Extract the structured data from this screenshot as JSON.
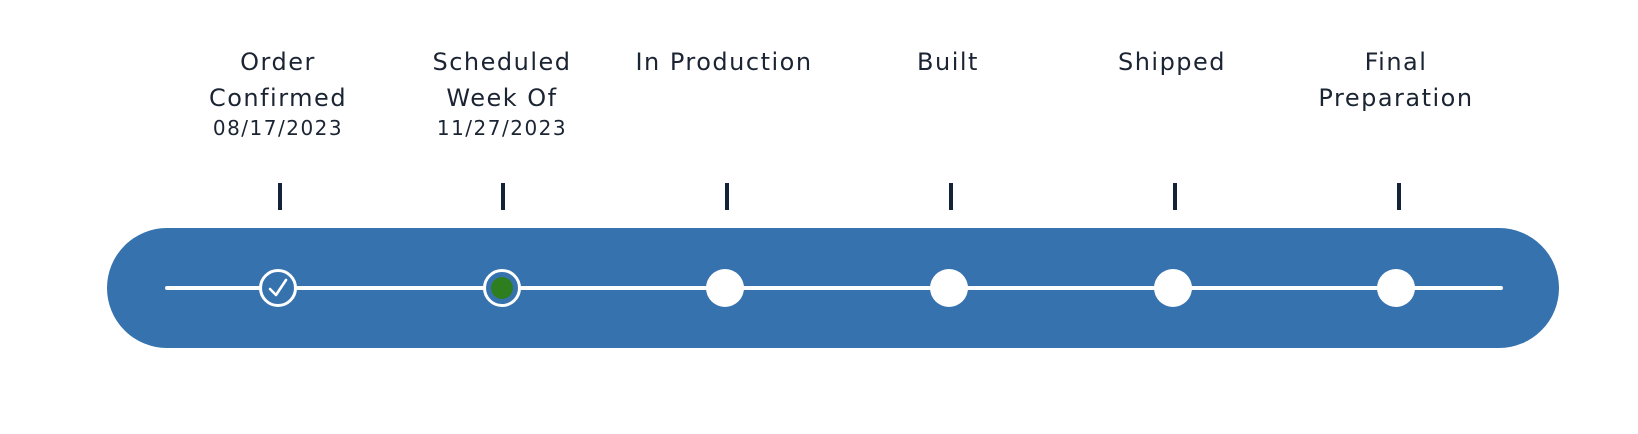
{
  "colors": {
    "track": "#3673ae",
    "line": "#ffffff",
    "current_dot": "#2e7d1f",
    "text": "#1b2433",
    "tick": "#14233a"
  },
  "steps": [
    {
      "title": "Order\nConfirmed",
      "date": "08/17/2023",
      "status": "completed",
      "icon": "checkmark-icon"
    },
    {
      "title": "Scheduled\nWeek Of",
      "date": "11/27/2023",
      "status": "current",
      "icon": "current-dot-icon"
    },
    {
      "title": "In Production",
      "date": "",
      "status": "pending",
      "icon": ""
    },
    {
      "title": "Built",
      "date": "",
      "status": "pending",
      "icon": ""
    },
    {
      "title": "Shipped",
      "date": "",
      "status": "pending",
      "icon": ""
    },
    {
      "title": "Final\nPreparation",
      "date": "",
      "status": "pending",
      "icon": ""
    }
  ]
}
